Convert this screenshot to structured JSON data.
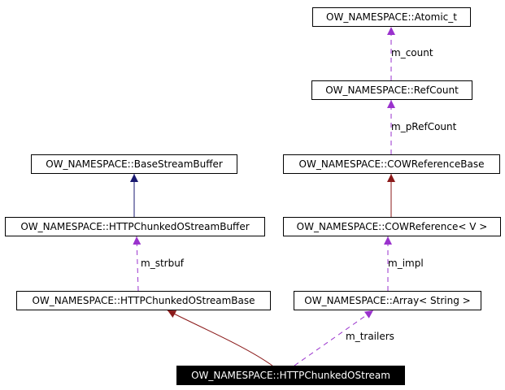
{
  "nodes": {
    "atomic": "OW_NAMESPACE::Atomic_t",
    "refcount": "OW_NAMESPACE::RefCount",
    "cow_reference_base": "OW_NAMESPACE::COWReferenceBase",
    "cow_reference": "OW_NAMESPACE::COWReference< V >",
    "array_string": "OW_NAMESPACE::Array< String >",
    "base_stream_buffer": "OW_NAMESPACE::BaseStreamBuffer",
    "chunked_buffer": "OW_NAMESPACE::HTTPChunkedOStreamBuffer",
    "chunked_base": "OW_NAMESPACE::HTTPChunkedOStreamBase",
    "chunked_stream": "OW_NAMESPACE::HTTPChunkedOStream"
  },
  "edge_labels": {
    "m_count": "m_count",
    "m_pRefCount": "m_pRefCount",
    "m_impl": "m_impl",
    "m_strbuf": "m_strbuf",
    "m_trailers": "m_trailers"
  },
  "colors": {
    "usage": "#9a32cd",
    "public_inheritance": "#191970",
    "protected_inheritance": "#8b1a1a",
    "focus_fill": "#000000"
  }
}
